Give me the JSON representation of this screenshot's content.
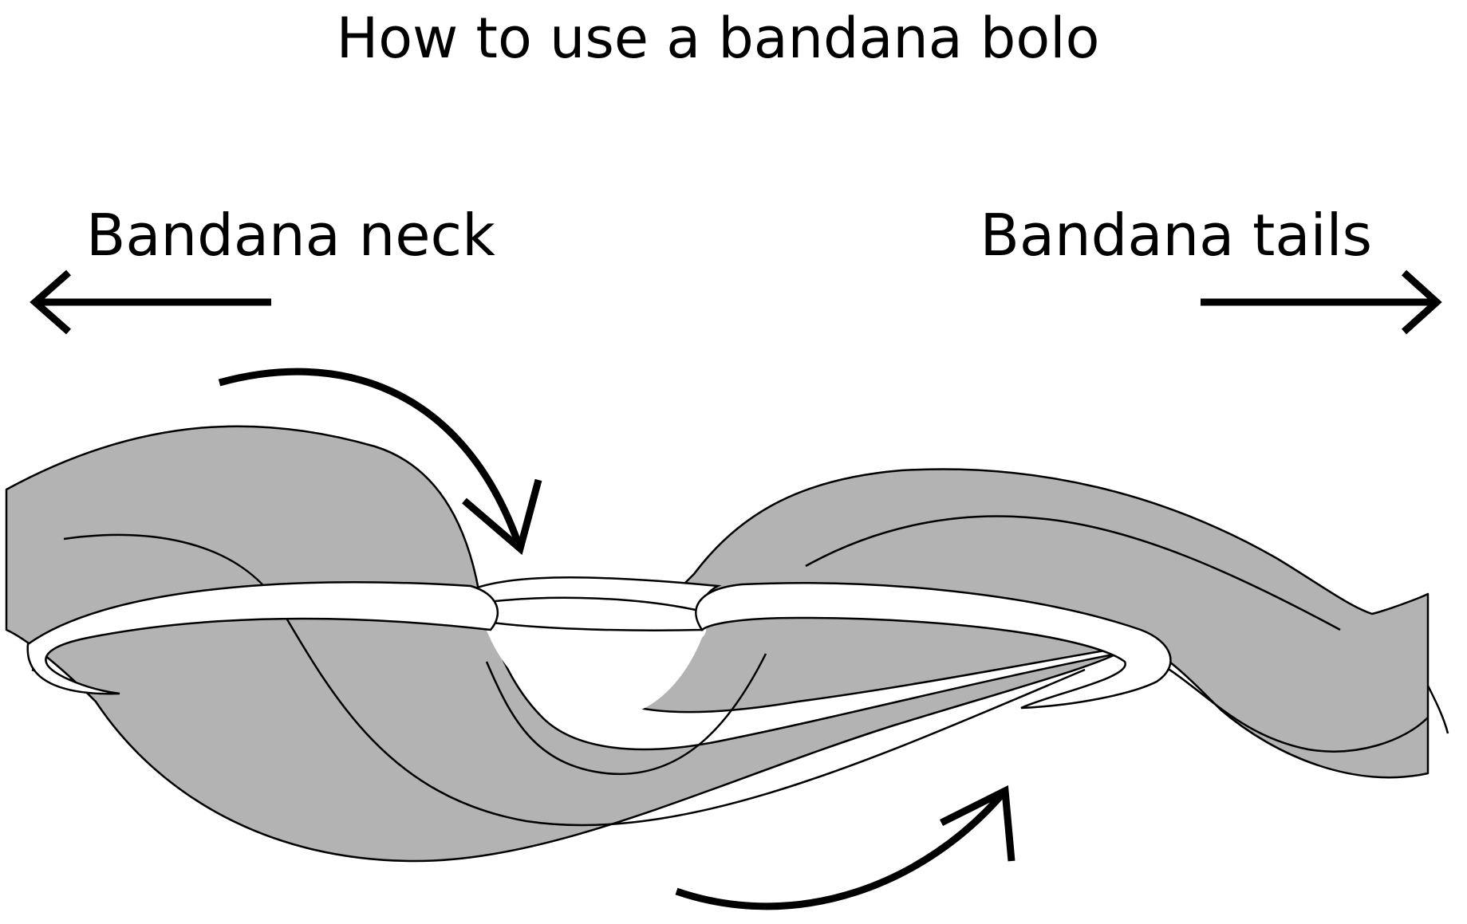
{
  "title": "How to use a bandana bolo",
  "labels": {
    "left": "Bandana neck",
    "right": "Bandana tails"
  },
  "colors": {
    "fabric": "#b3b3b3",
    "ring_fill": "#ffffff",
    "stroke": "#000000",
    "background": "#ffffff"
  }
}
